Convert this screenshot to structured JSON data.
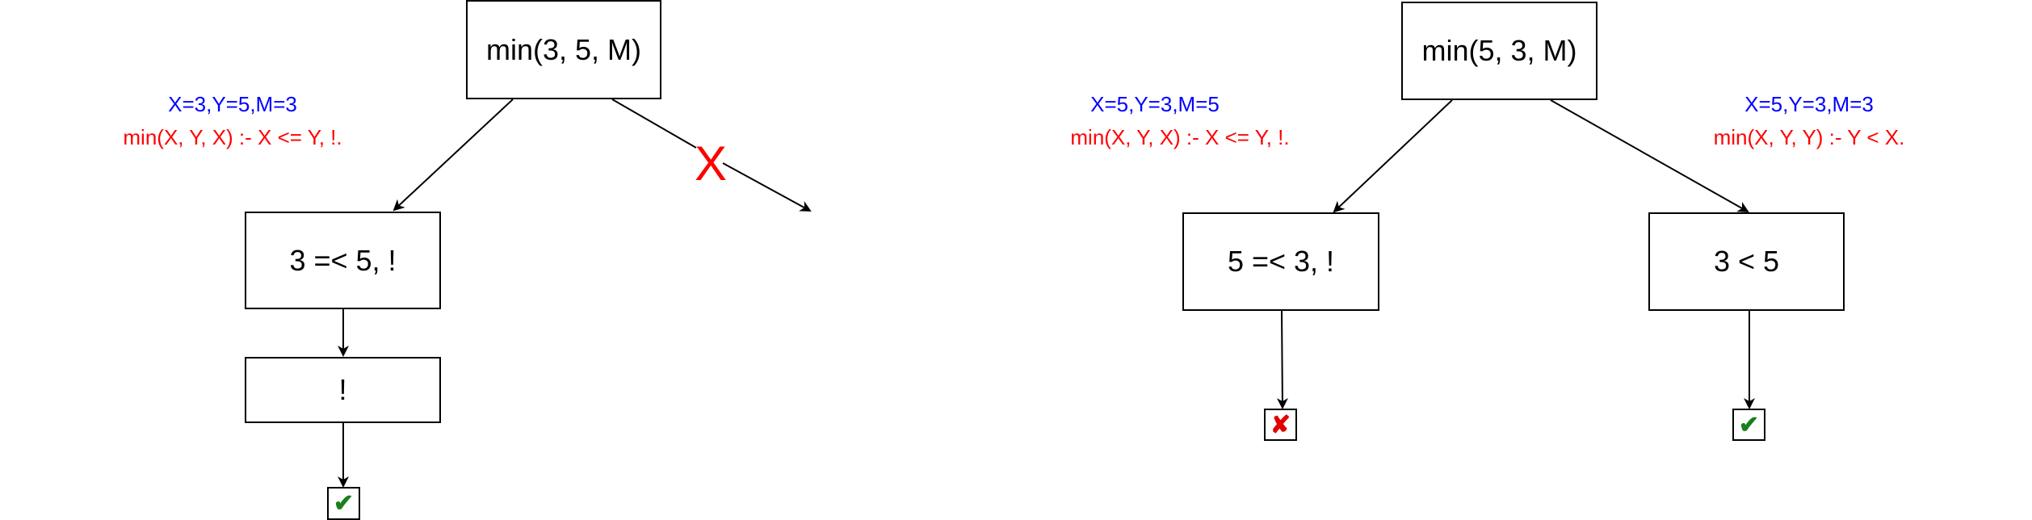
{
  "colors": {
    "binding": "#0000ff",
    "clause": "#ff0000",
    "success": "#1a7f1a",
    "fail": "#e00000"
  },
  "left_tree": {
    "root": "min(3, 5, M)",
    "binding": "X=3,Y=5,M=3",
    "clause": "min(X, Y, X) :- X <= Y, !.",
    "pruned_mark": "X",
    "node_2": "3 =< 5, !",
    "node_3": "!",
    "result_icon": "check-icon",
    "result_glyph": "✔"
  },
  "right_tree": {
    "root": "min(5, 3, M)",
    "left_branch": {
      "binding": "X=5,Y=3,M=5",
      "clause": "min(X, Y, X) :- X <= Y, !.",
      "node": "5 =< 3, !",
      "result_icon": "cross-icon",
      "result_glyph": "✘"
    },
    "right_branch": {
      "binding": "X=5,Y=3,M=3",
      "clause": "min(X, Y, Y) :- Y < X.",
      "node": "3 < 5",
      "result_icon": "check-icon",
      "result_glyph": "✔"
    }
  }
}
